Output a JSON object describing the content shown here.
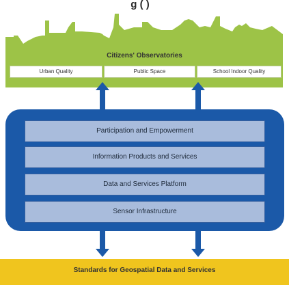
{
  "header": {
    "partial_title": "g          (  )"
  },
  "observatories": {
    "title": "Citizens' Observatories",
    "boxes": [
      "Urban Quality",
      "Public Space",
      "School Indoor Quality"
    ]
  },
  "layers": [
    "Participation and Empowerment",
    "Information Products and Services",
    "Data and Services Platform",
    "Sensor Infrastructure"
  ],
  "standards": {
    "label": "Standards for Geospatial Data and Services"
  },
  "colors": {
    "green": "#9dc347",
    "blue_frame": "#1b59a8",
    "layer_fill": "#a9bcdc",
    "standards_fill": "#f0c51e"
  }
}
